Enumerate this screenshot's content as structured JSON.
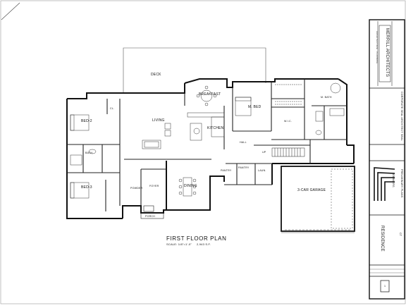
{
  "sheet": {
    "corner_mark": "",
    "plan_title": "FIRST FLOOR PLAN",
    "scale": "SCALE: 1/8\"=1'-0\"",
    "area": "2,943 S.F."
  },
  "rooms": {
    "deck": "DECK",
    "breakfast": "BREAKFAST",
    "living": "LIVING",
    "kitchen": "KITCHEN",
    "bedroom_2": "BED-2",
    "bedroom_3": "BED-3",
    "master_bed": "M. BED",
    "master_bath": "M. BATH",
    "bath": "BATH",
    "dining": "DINING",
    "garage": "3-CAR GARAGE",
    "pantry": "PANTRY",
    "laundry": "LAUN.",
    "powder": "POWDER",
    "foyer": "FOYER",
    "porch": "PORCH",
    "pantry_2": "PANTRY",
    "closet": "CL.",
    "walk_in_closet": "W.I.C.",
    "hall": "HALL",
    "up": "UP"
  },
  "title_block": {
    "firm": "MERRILL ARCHITECTS",
    "firm_sub": "ARCHITECTURE · PLANNING",
    "seal": "CORPORATE SEAL ARCHITECT SEAL",
    "logo_text": "ZEEBAERS",
    "plan_type": "PRELIMINARY PLANS",
    "project": "RESIDENCE",
    "location": "CT",
    "sheet_no": "1"
  }
}
